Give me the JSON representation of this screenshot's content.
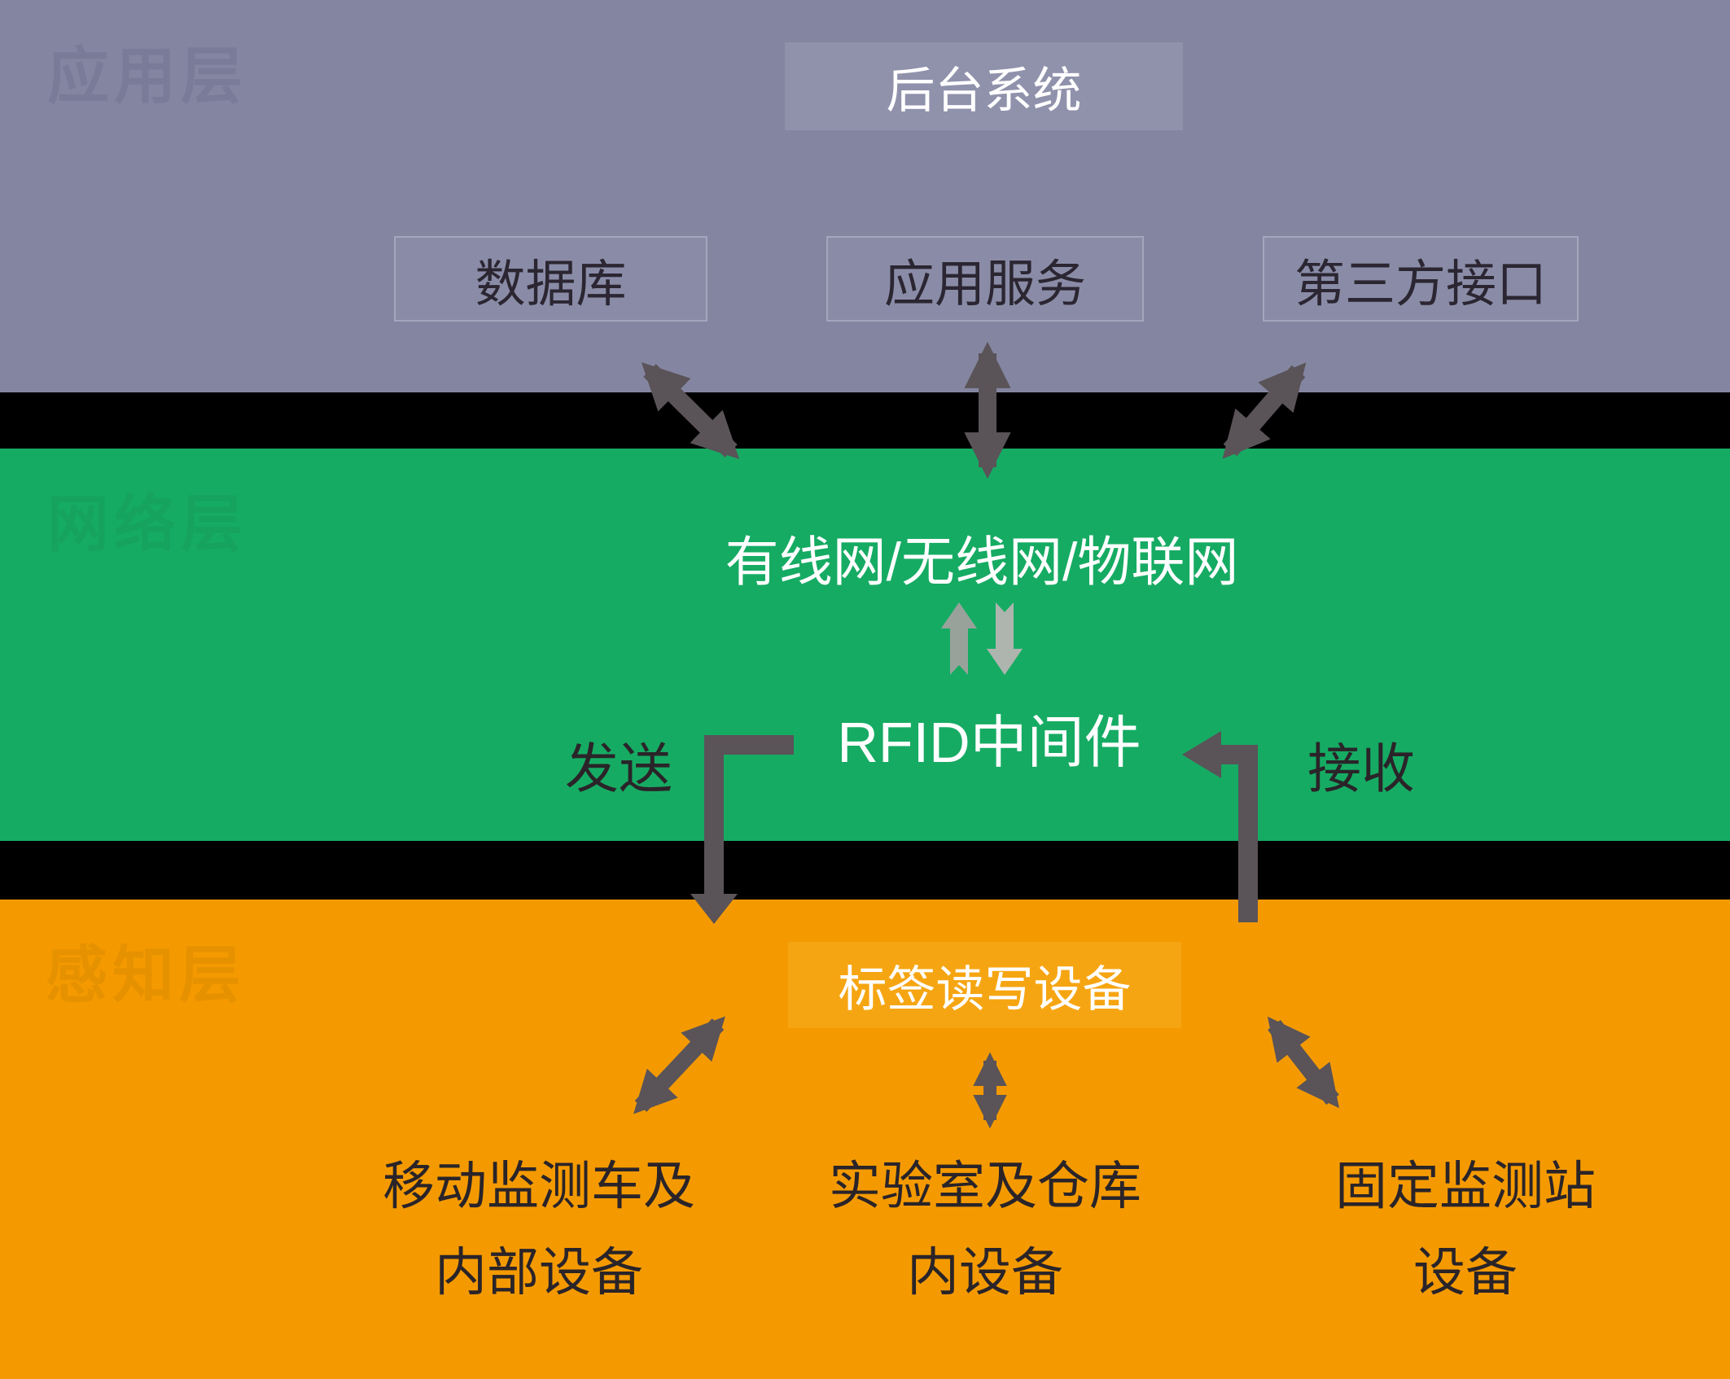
{
  "layers": {
    "application": {
      "watermark": "应用层",
      "title": "后台系统",
      "boxes": [
        {
          "label": "数据库"
        },
        {
          "label": "应用服务"
        },
        {
          "label": "第三方接口"
        }
      ]
    },
    "network": {
      "watermark": "网络层",
      "network_text": "有线网/无线网/物联网",
      "middleware": "RFID中间件",
      "send_label": "发送",
      "receive_label": "接收"
    },
    "perception": {
      "watermark": "感知层",
      "reader_box": "标签读写设备",
      "devices": [
        {
          "line1": "移动监测车及",
          "line2": "内部设备"
        },
        {
          "line1": "实验室及仓库",
          "line2": "内设备"
        },
        {
          "line1": "固定监测站",
          "line2": "设备"
        }
      ]
    }
  },
  "colors": {
    "application_layer_bg": "#8486A1",
    "network_layer_bg": "#16AB63",
    "perception_layer_bg": "#F49A00",
    "separator_band": "#000000",
    "arrow_dark": "#5A5358",
    "arrow_light_up": "#98A29B",
    "arrow_light_down": "#AEB5AE",
    "title_box_bg": "#9092AC",
    "reader_box_bg": "#F6A512",
    "white_text": "#FFFFFF",
    "dark_text": "#2A2429"
  }
}
